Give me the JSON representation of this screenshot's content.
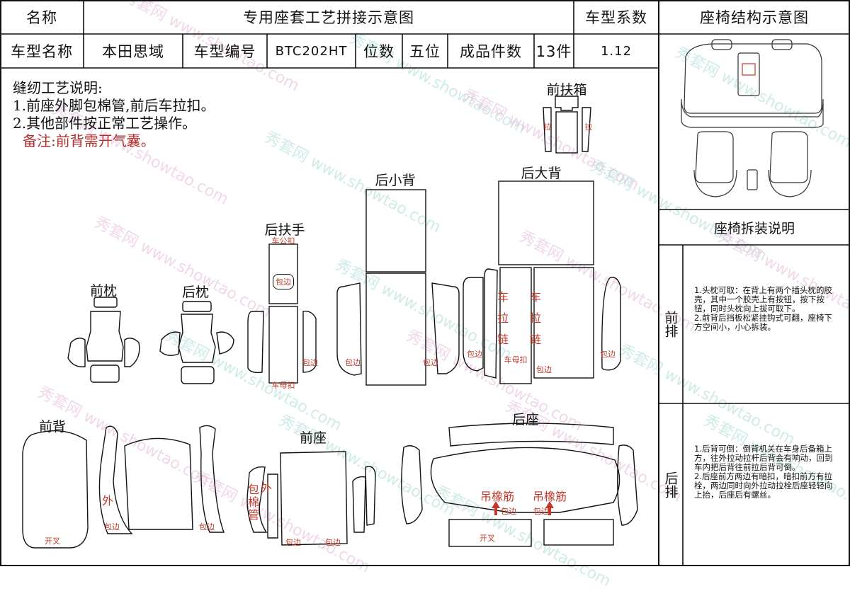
{
  "header": {
    "name_label": "名称",
    "chart_title": "专用座套工艺拼接示意图",
    "coef_label": "车型系数",
    "structure_title": "座椅结构示意图"
  },
  "info_row": {
    "model_name_label": "车型名称",
    "model_name": "本田思域",
    "model_code_label": "车型编号",
    "model_code": "BTC202HT",
    "seats_label": "位数",
    "seats": "五位",
    "pieces_label": "成品件数",
    "pieces": "13件",
    "coef": "1.12"
  },
  "sewing_notes": {
    "title": "缝纫工艺说明:",
    "line1": "1.前座外脚包棉管,前后车拉扣。",
    "line2": "2.其他部件按正常工艺操作。",
    "remark": "备注:前背需开气囊。"
  },
  "parts": {
    "front_armrest_box": "前扶箱",
    "rear_small_back": "后小背",
    "rear_large_back": "后大背",
    "rear_armrest": "后扶手",
    "front_headrest": "前枕",
    "rear_headrest": "后枕",
    "front_back": "前背",
    "front_seat": "前座",
    "rear_seat": "后座"
  },
  "marks": {
    "pull": "拉",
    "zip_vertical": "车拉链",
    "pull_buckle_male": "车公扣",
    "pull_buckle_female": "车母扣",
    "edge": "包边",
    "bag": "包边",
    "outer": "外",
    "cotton_tube": "包棉管",
    "vent": "开叉",
    "hang_strap": "吊橡筋"
  },
  "disassembly": {
    "title": "座椅拆装说明",
    "front_label": "前排",
    "front_text": "1.头枕可取：在背上有两个插头枕的胶壳，其中一个胶壳上有按钮，按下按钮，同时头枕向上拔可取下。\n2.前背后挡板松紧挂钩式可翻，座椅下方空间小，小心拆装。",
    "rear_label": "后排",
    "rear_text": "1.后背可倒：倒背机关在车身后备箱上方，往外拉动拉杆后背会有响动，回到车内把后背往前拉后背可倒。\n2.后座前方两边有暗扣，暗扣前方有拉栓，两边同时向外拉动拉栓后座轻轻向上抬，后座后有螺丝。"
  },
  "watermark": {
    "cn": "秀套网",
    "en": "www.showtao.com"
  }
}
